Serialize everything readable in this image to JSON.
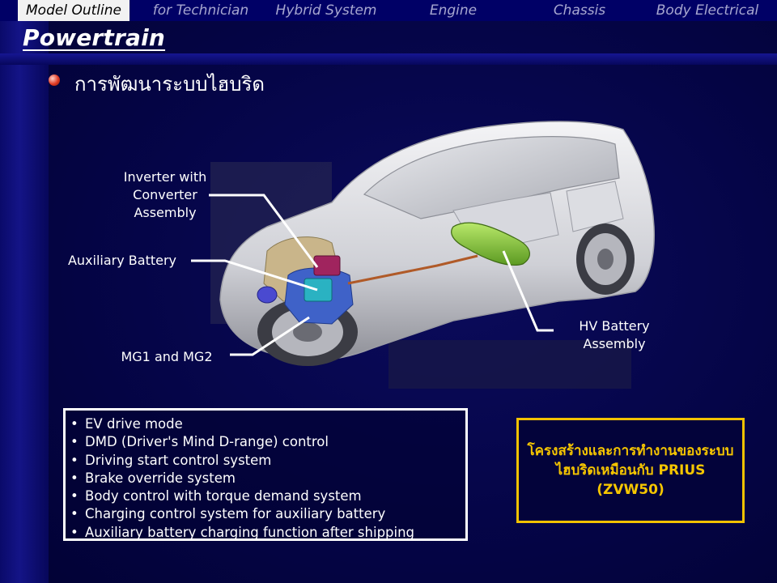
{
  "nav": {
    "tabs": [
      {
        "label": "Model Outline",
        "active": true
      },
      {
        "label": "for Technician",
        "active": false
      },
      {
        "label": "Hybrid System",
        "active": false
      },
      {
        "label": "Engine",
        "active": false
      },
      {
        "label": "Chassis",
        "active": false
      },
      {
        "label": "Body Electrical",
        "active": false
      }
    ]
  },
  "page": {
    "title": "Powertrain",
    "subtitle": "การพัฒนาระบบไฮบริด"
  },
  "illustration": {
    "labels": {
      "inverter": "Inverter with Converter Assembly",
      "aux_battery": "Auxiliary Battery",
      "mg": "MG1 and MG2",
      "hv_battery": "HV Battery Assembly"
    }
  },
  "features": {
    "items": [
      "EV drive mode",
      "DMD (Driver's Mind D-range) control",
      "Driving start control system",
      "Brake override system",
      "Body control with torque demand system",
      "Charging control system for auxiliary battery",
      "Auxiliary battery charging function after shipping"
    ]
  },
  "note": {
    "text": "โครงสร้างและการทำงานของระบบไฮบริดเหมือนกับ PRIUS (ZVW50)"
  },
  "colors": {
    "background": "#03033a",
    "accent_yellow": "#f6c600",
    "nav_bg": "#000066"
  }
}
